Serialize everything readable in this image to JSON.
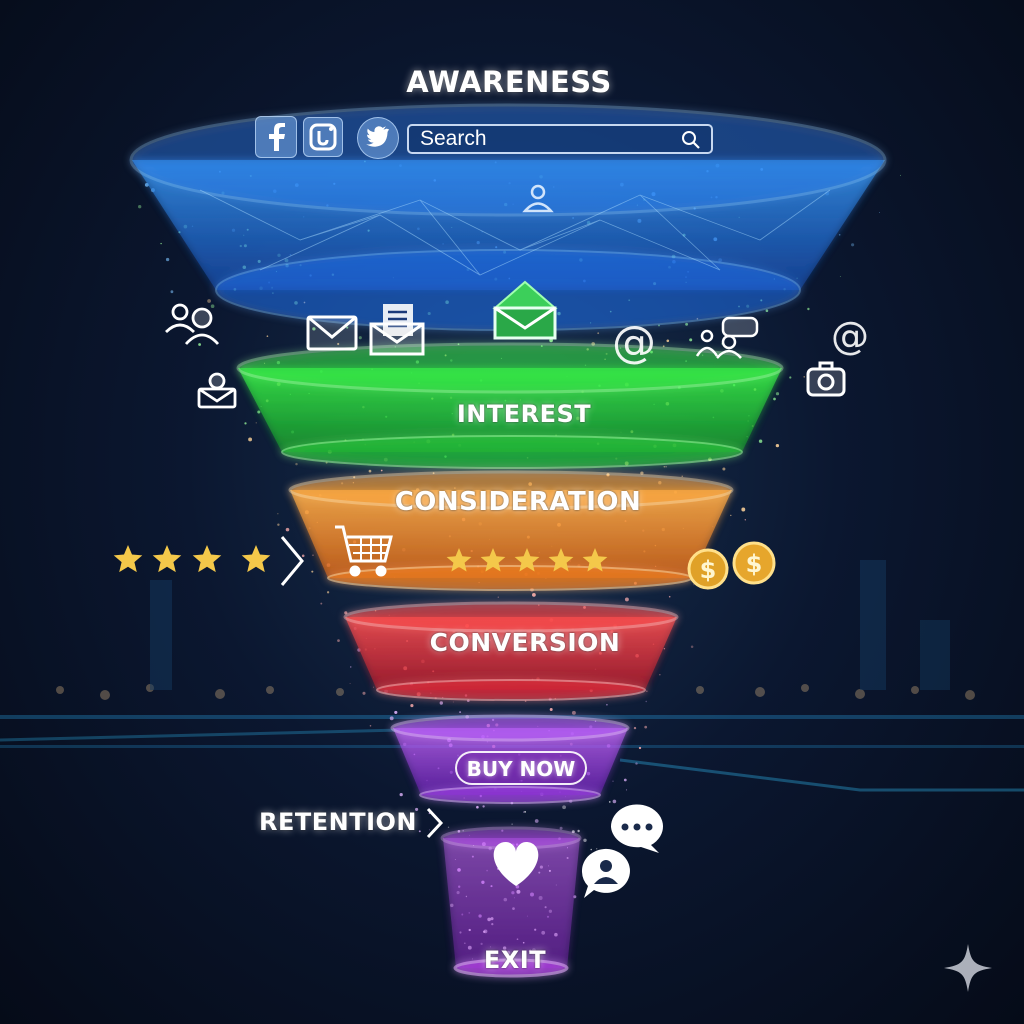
{
  "stages": {
    "awareness": "AWARENESS",
    "interest": "INTEREST",
    "consideration": "CONSIDERATION",
    "conversion": "CONVERSION",
    "retention": "RETENTION",
    "exit": "EXIT"
  },
  "search": {
    "placeholder": "Search"
  },
  "buy_button": {
    "label": "BUY NOW"
  },
  "icons": {
    "social": [
      "facebook-icon",
      "instagram-icon",
      "twitter-icon"
    ],
    "currency_symbol": "$",
    "at_symbol": "@"
  },
  "colors": {
    "awareness": "#2f8cff",
    "interest": "#2fdc3a",
    "consideration": "#ff9a2a",
    "conversion": "#ff3a3a",
    "buy_now": "#b04cff",
    "exit": "#c44cff",
    "star": "#f4c84a",
    "background": "#0b1730"
  }
}
